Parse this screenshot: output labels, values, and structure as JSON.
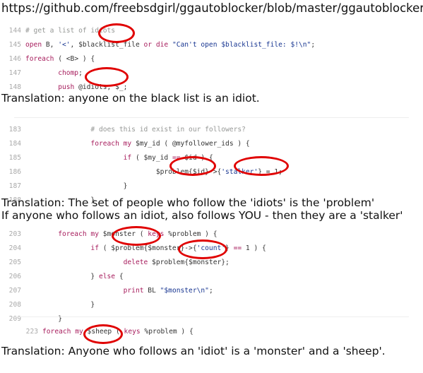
{
  "header": {
    "url": "https://github.com/freebsdgirl/ggautoblocker/blob/master/ggautoblocker.pl"
  },
  "block1": {
    "lines": [
      {
        "num": "144",
        "segs": [
          {
            "t": "# get a list of ",
            "c": "c"
          },
          {
            "t": "idiots",
            "c": "c"
          }
        ]
      },
      {
        "num": "145",
        "segs": [
          {
            "t": "open",
            "c": "k"
          },
          {
            "t": " B, ",
            "c": "v"
          },
          {
            "t": "'<'",
            "c": "s"
          },
          {
            "t": ", $blacklist_file ",
            "c": "v"
          },
          {
            "t": "or die",
            "c": "k"
          },
          {
            "t": " ",
            "c": "v"
          },
          {
            "t": "\"Can't open $blacklist_file: $!\\n\"",
            "c": "s"
          },
          {
            "t": ";",
            "c": "v"
          }
        ]
      },
      {
        "num": "146",
        "segs": [
          {
            "t": "foreach",
            "c": "k"
          },
          {
            "t": " ( <B> ) {",
            "c": "v"
          }
        ]
      },
      {
        "num": "147",
        "segs": [
          {
            "t": "        chomp",
            "c": "k"
          },
          {
            "t": ";",
            "c": "v"
          }
        ]
      },
      {
        "num": "148",
        "segs": [
          {
            "t": "        push",
            "c": "k"
          },
          {
            "t": " @idiots, $_;",
            "c": "v"
          }
        ]
      }
    ]
  },
  "translation1": "Translation: anyone on the black list is an idiot.",
  "block2": {
    "lines": [
      {
        "num": "183",
        "segs": [
          {
            "t": "                # does this id exist in our followers?",
            "c": "c"
          }
        ]
      },
      {
        "num": "184",
        "segs": [
          {
            "t": "                foreach",
            "c": "k"
          },
          {
            "t": " ",
            "c": "v"
          },
          {
            "t": "my",
            "c": "k"
          },
          {
            "t": " $my_id ( @myfollower_ids ) {",
            "c": "v"
          }
        ]
      },
      {
        "num": "185",
        "segs": [
          {
            "t": "                        if",
            "c": "k"
          },
          {
            "t": " ( $my_id ",
            "c": "v"
          },
          {
            "t": "==",
            "c": "k"
          },
          {
            "t": " $id ) {",
            "c": "v"
          }
        ]
      },
      {
        "num": "186",
        "segs": [
          {
            "t": "                                $problem{$id}->{",
            "c": "v"
          },
          {
            "t": "'stalker'",
            "c": "s"
          },
          {
            "t": "} = 1;",
            "c": "v"
          }
        ]
      },
      {
        "num": "187",
        "segs": [
          {
            "t": "                        }",
            "c": "v"
          }
        ]
      },
      {
        "num": "188",
        "segs": [
          {
            "t": "                }",
            "c": "v"
          }
        ]
      }
    ]
  },
  "translation2a": "Translation: The set of people who follow the 'idiots' is the 'problem'",
  "translation2b": "If anyone who follows an idiot, also follows YOU - then they are a 'stalker'",
  "block3": {
    "lines": [
      {
        "num": "203",
        "segs": [
          {
            "t": "        foreach",
            "c": "k"
          },
          {
            "t": " ",
            "c": "v"
          },
          {
            "t": "my",
            "c": "k"
          },
          {
            "t": " $monster ( ",
            "c": "v"
          },
          {
            "t": "keys",
            "c": "k"
          },
          {
            "t": " %problem ) {",
            "c": "v"
          }
        ]
      },
      {
        "num": "204",
        "segs": [
          {
            "t": "                if",
            "c": "k"
          },
          {
            "t": " ( $problem{$monster}->{",
            "c": "v"
          },
          {
            "t": "'count'",
            "c": "s"
          },
          {
            "t": "} ",
            "c": "v"
          },
          {
            "t": "==",
            "c": "k"
          },
          {
            "t": " 1 ) {",
            "c": "v"
          }
        ]
      },
      {
        "num": "205",
        "segs": [
          {
            "t": "                        delete",
            "c": "k"
          },
          {
            "t": " $problem{$monster};",
            "c": "v"
          }
        ]
      },
      {
        "num": "206",
        "segs": [
          {
            "t": "                } ",
            "c": "v"
          },
          {
            "t": "else",
            "c": "k"
          },
          {
            "t": " {",
            "c": "v"
          }
        ]
      },
      {
        "num": "207",
        "segs": [
          {
            "t": "                        print",
            "c": "k"
          },
          {
            "t": " BL ",
            "c": "v"
          },
          {
            "t": "\"$monster\\n\"",
            "c": "s"
          },
          {
            "t": ";",
            "c": "v"
          }
        ]
      },
      {
        "num": "208",
        "segs": [
          {
            "t": "                }",
            "c": "v"
          }
        ]
      },
      {
        "num": "209",
        "segs": [
          {
            "t": "        }",
            "c": "v"
          }
        ]
      }
    ]
  },
  "block4": {
    "lines": [
      {
        "num": "223",
        "segs": [
          {
            "t": "foreach",
            "c": "k"
          },
          {
            "t": " ",
            "c": "v"
          },
          {
            "t": "my",
            "c": "k"
          },
          {
            "t": " $sheep ( ",
            "c": "v"
          },
          {
            "t": "keys",
            "c": "k"
          },
          {
            "t": " %problem ) {",
            "c": "v"
          }
        ]
      }
    ]
  },
  "translation3": "Translation: Anyone who follows an 'idiot' is a 'monster' and a 'sheep'.",
  "colors": {
    "keyword": "#a71d5d",
    "string": "#183691",
    "comment": "#969896",
    "annotation": "#e00000"
  }
}
